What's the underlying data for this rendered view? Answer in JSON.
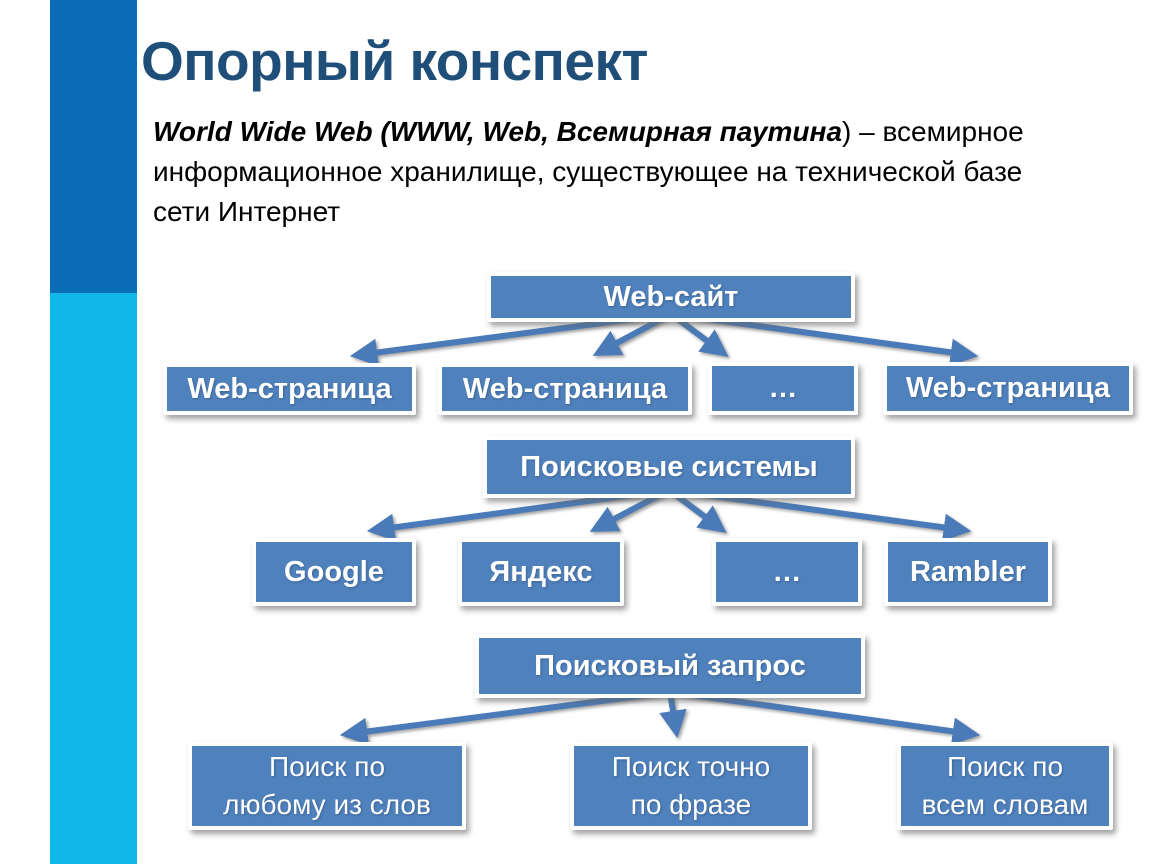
{
  "slide": {
    "title": "Опорный конспект",
    "intro": {
      "emphasis": "World Wide Web (WWW, Web, Всемирная паутина",
      "rest": ") – всемирное информационное хранилище, существующее на технической базе сети Интернет"
    }
  },
  "colors": {
    "accent_bar_top": "#0b6cb7",
    "accent_bar_bottom": "#10b9e8",
    "title_text": "#1f4e79",
    "node_fill": "#4f81bd",
    "node_text": "#ffffff",
    "arrow": "#4a7bb8"
  },
  "diagram": {
    "nodes": {
      "site": {
        "label": "Web-сайт"
      },
      "page1": {
        "label": "Web-страница"
      },
      "page2": {
        "label": "Web-страница"
      },
      "dots_pages": {
        "label": "…"
      },
      "page3": {
        "label": "Web-страница"
      },
      "engines": {
        "label": "Поисковые системы"
      },
      "google": {
        "label": "Google"
      },
      "yandex": {
        "label": "Яндекс"
      },
      "dots_engines": {
        "label": "…"
      },
      "rambler": {
        "label": "Rambler"
      },
      "query": {
        "label": "Поисковый запрос"
      },
      "search_any_word": {
        "label": "Поиск по\nлюбому из слов"
      },
      "search_exact_phrase": {
        "label": "Поиск точно\nпо фразе"
      },
      "search_all_words": {
        "label": "Поиск по\nвсем словам"
      }
    }
  }
}
